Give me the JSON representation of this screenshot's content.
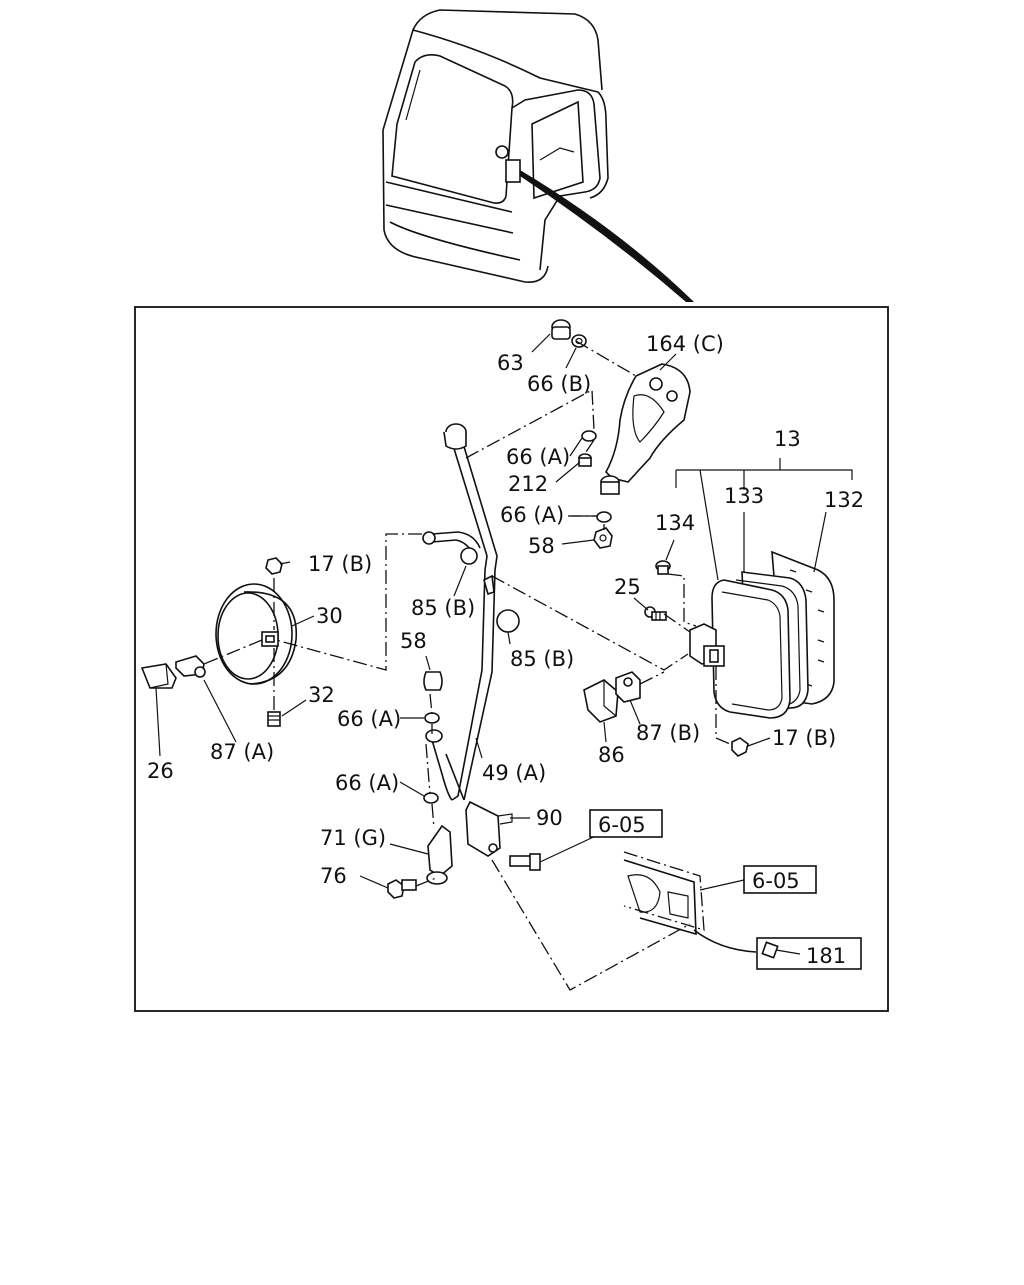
{
  "cab_illustration": {
    "icon": "truck-cab-icon"
  },
  "callouts": {
    "c63": "63",
    "c66b_top": "66 (B)",
    "c164c": "164 (C)",
    "c13": "13",
    "c133": "133",
    "c132": "132",
    "c66a_1": "66 (A)",
    "c212": "212",
    "c66a_2": "66 (A)",
    "c134": "134",
    "c58_top": "58",
    "c17b_left": "17 (B)",
    "c30": "30",
    "c85b_1": "85 (B)",
    "c25": "25",
    "c58_mid": "58",
    "c85b_2": "85 (B)",
    "c32": "32",
    "c66a_3": "66 (A)",
    "c87a": "87 (A)",
    "c87b": "87 (B)",
    "c17b_right": "17 (B)",
    "c86": "86",
    "c26": "26",
    "c49a": "49 (A)",
    "c66a_4": "66 (A)",
    "c90": "90",
    "c71g": "71 (G)",
    "c76": "76",
    "c181": "181"
  },
  "references": {
    "ref_box_1": "6-05",
    "ref_box_2": "6-05"
  }
}
